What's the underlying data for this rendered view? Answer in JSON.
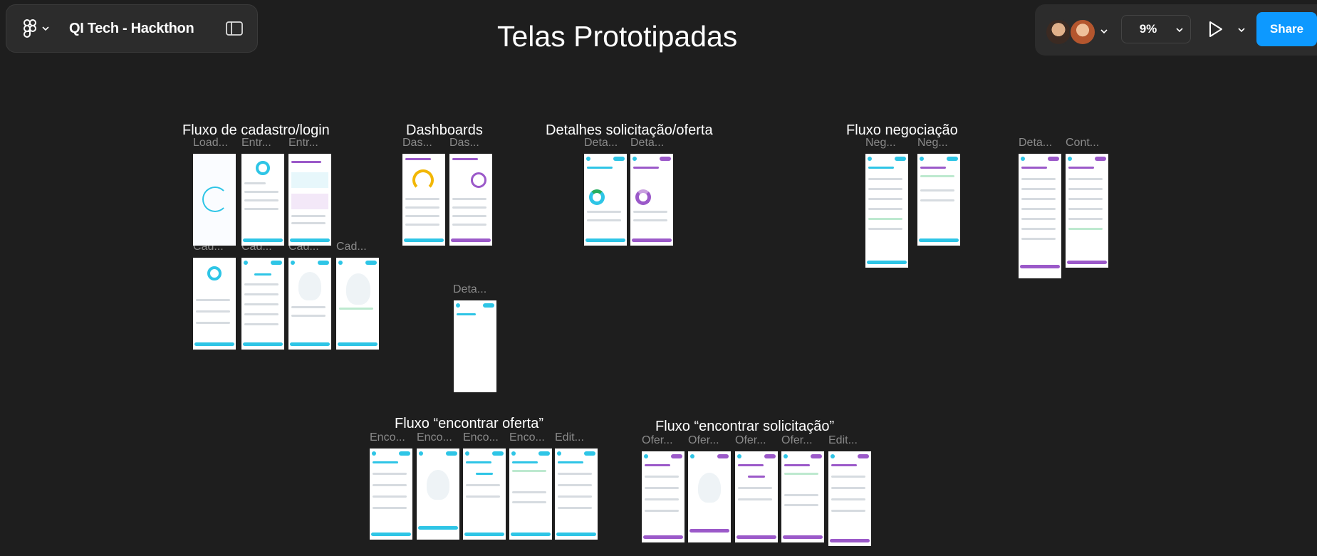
{
  "app": {
    "file_title": "QI Tech - Hackthon",
    "zoom": "9%",
    "share_label": "Share",
    "icons": [
      "figma-logo-icon",
      "chevron-down-icon",
      "sidebar-toggle-icon",
      "play-icon"
    ],
    "accent": "#0d99ff",
    "brand_cyan": "#2ec5e6",
    "brand_purple": "#9b59c9"
  },
  "canvas": {
    "page_title": "Telas Prototipadas",
    "sections": {
      "cadastro": "Fluxo de cadastro/login",
      "dashboards": "Dashboards",
      "detalhes": "Detalhes solicitação/oferta",
      "negociacao": "Fluxo negociação",
      "encontrar_oferta": "Fluxo “encontrar oferta”",
      "encontrar_solicitacao": "Fluxo “encontrar solicitação”"
    },
    "labels": {
      "load": "Load...",
      "entr": "Entr...",
      "cad": "Cad...",
      "das": "Das...",
      "deta": "Deta...",
      "neg": "Neg...",
      "cont": "Cont...",
      "enco": "Enco...",
      "edit": "Edit...",
      "ofer": "Ofer..."
    }
  }
}
